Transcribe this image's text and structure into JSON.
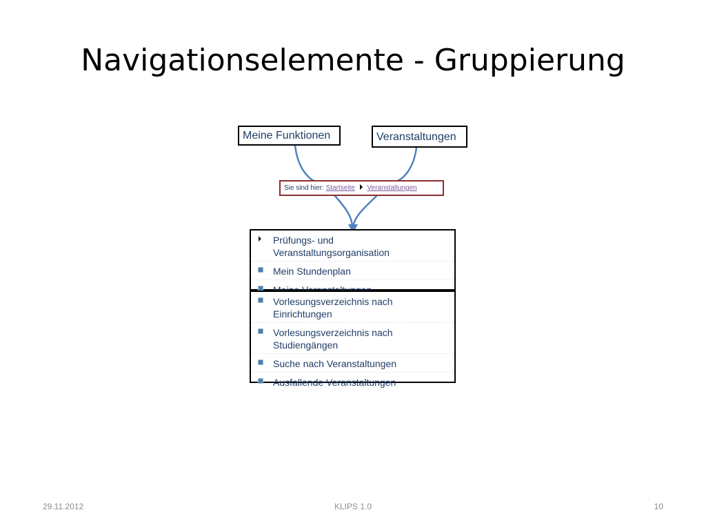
{
  "slide": {
    "title": "Navigationselemente - Gruppierung"
  },
  "labels": {
    "meine_funktionen": "Meine Funktionen",
    "veranstaltungen": "Veranstaltungen"
  },
  "breadcrumb": {
    "prefix": "Sie sind hier:",
    "items": [
      "Startseite",
      "Veranstaltungen"
    ]
  },
  "menu": {
    "group1": [
      {
        "label": "Prüfungs- und Veranstaltungsorganisation",
        "icon": "triangle-arrow-icon"
      },
      {
        "label": "Mein Stundenplan",
        "icon": "square-bullet-icon"
      },
      {
        "label": "Meine Veranstaltungen",
        "icon": "square-bullet-icon"
      }
    ],
    "group2": [
      {
        "label": "Vorlesungsverzeichnis nach Einrichtungen",
        "icon": "square-bullet-icon"
      },
      {
        "label": "Vorlesungsverzeichnis nach Studiengängen",
        "icon": "square-bullet-icon"
      },
      {
        "label": "Suche nach Veranstaltungen",
        "icon": "square-bullet-icon"
      },
      {
        "label": "Ausfallende Veranstaltungen",
        "icon": "square-bullet-icon"
      }
    ]
  },
  "footer": {
    "date": "29.11.2012",
    "center": "KLIPS 1.0",
    "page": "10"
  },
  "colors": {
    "connector": "#4f81bd",
    "breadcrumb_border": "#8b2e2e",
    "menu_text": "#1f3e64",
    "link": "#7a5a9c"
  }
}
